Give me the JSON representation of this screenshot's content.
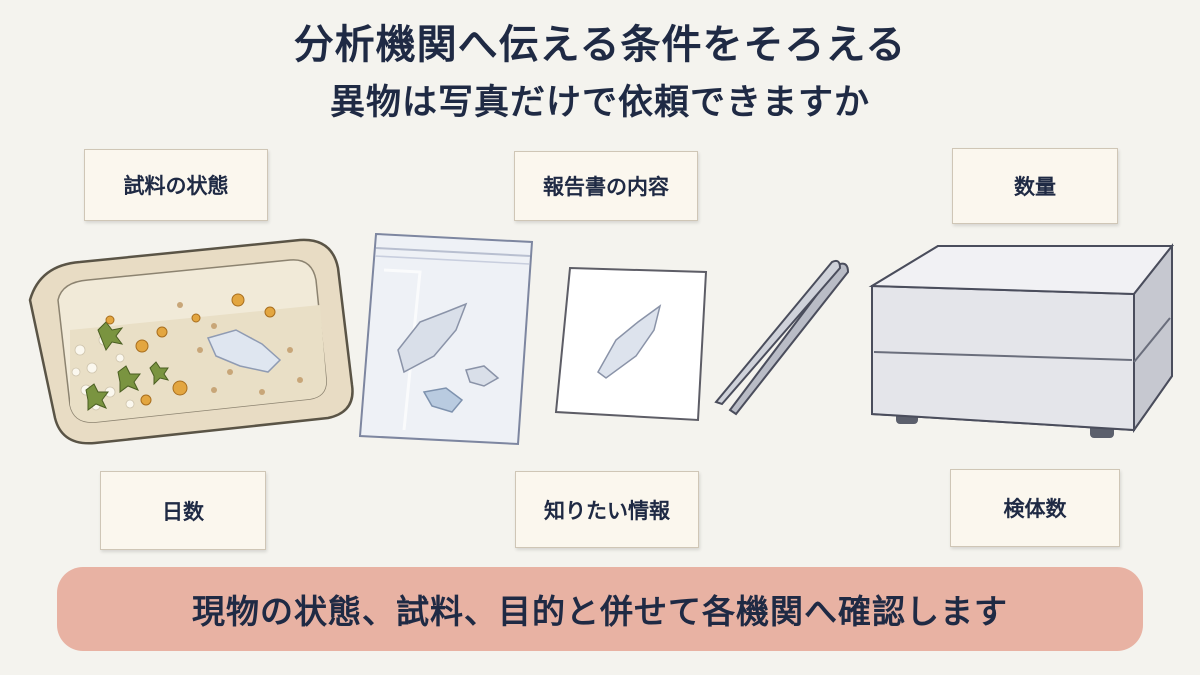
{
  "title": {
    "main": "分析機関へ伝える条件をそろえる",
    "sub": "異物は写真だけで依頼できますか"
  },
  "labels": {
    "sample_state": "試料の状態",
    "report_content": "報告書の内容",
    "quantity": "数量",
    "days": "日数",
    "info_wanted": "知りたい情報",
    "sample_count": "検体数"
  },
  "banner": "現物の状態、試料、目的と併せて各機関へ確認します",
  "icons": [
    "food-tray-icon",
    "zip-bag-icon",
    "sample-card-icon",
    "tweezers-icon",
    "analysis-device-icon"
  ]
}
